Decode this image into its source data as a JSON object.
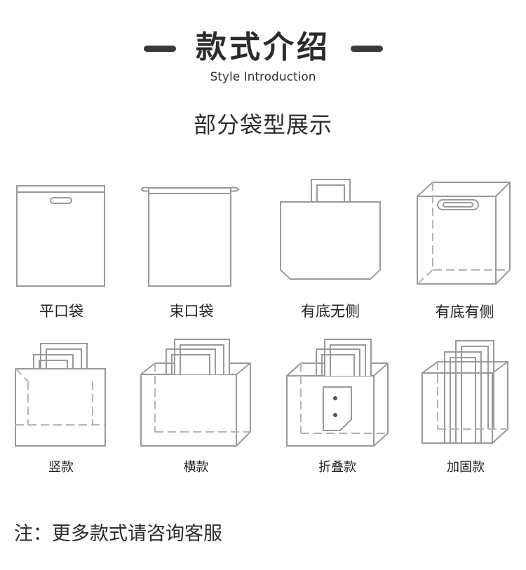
{
  "header": {
    "title": "款式介绍",
    "subtitle": "Style Introduction"
  },
  "section": {
    "title": "部分袋型展示"
  },
  "bags": [
    {
      "label": "平口袋"
    },
    {
      "label": "束口袋"
    },
    {
      "label": "有底无侧"
    },
    {
      "label": "有底有侧"
    },
    {
      "label": "竖款"
    },
    {
      "label": "横款"
    },
    {
      "label": "折叠款"
    },
    {
      "label": "加固款"
    }
  ],
  "note": "注：更多款式请咨询客服",
  "colors": {
    "text": "#2b2b2b",
    "outline": "#9a9a9a",
    "background": "#ffffff"
  }
}
